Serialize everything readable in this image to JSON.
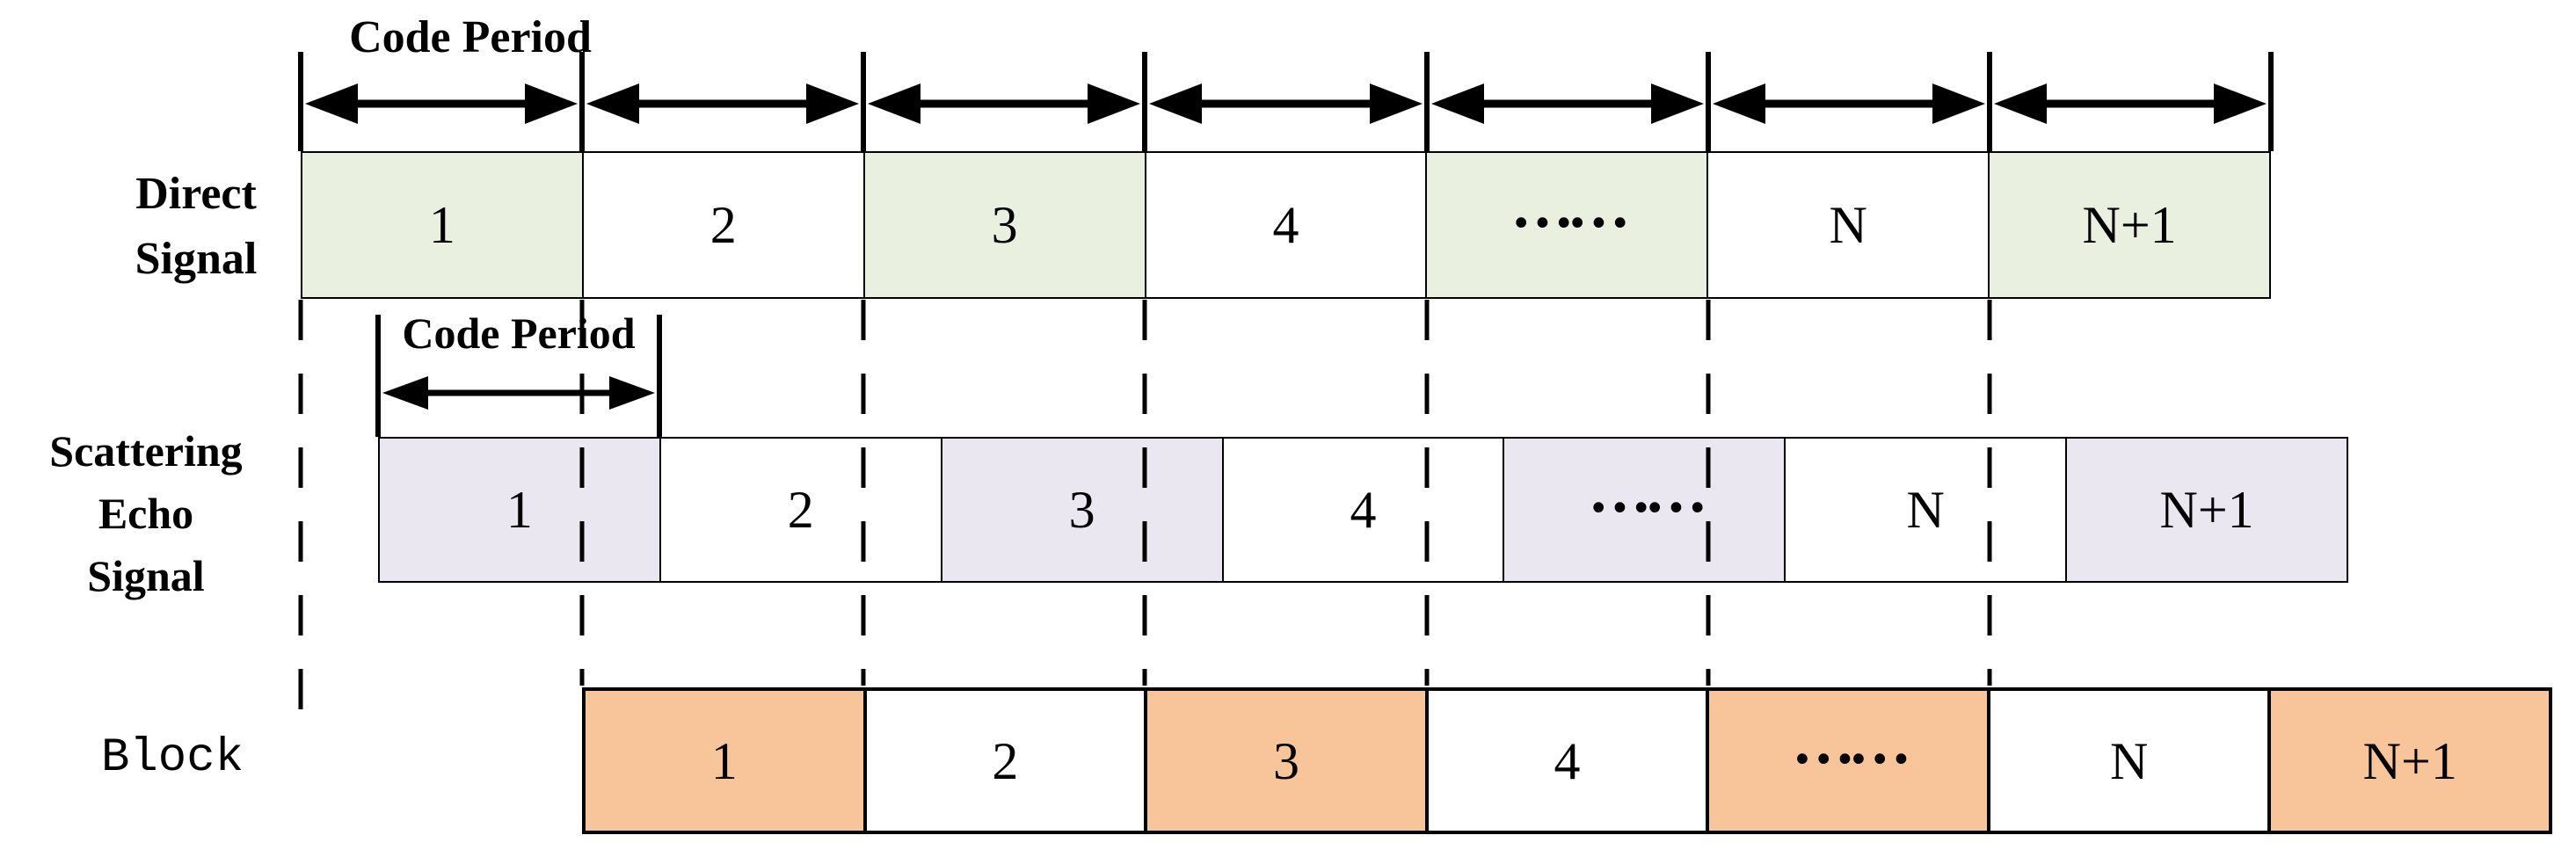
{
  "figure": {
    "top_axis_label": "Code Period",
    "echo_axis_label": "Code Period",
    "ellipsis": "……",
    "rows": [
      {
        "id": "direct",
        "label_lines": [
          "Direct",
          "Signal"
        ],
        "cells": [
          "1",
          "2",
          "3",
          "4",
          "……",
          "N",
          "N+1"
        ]
      },
      {
        "id": "echo",
        "label_lines": [
          "Scattering",
          "Echo",
          "Signal"
        ],
        "cells": [
          "1",
          "2",
          "3",
          "4",
          "……",
          "N",
          "N+1"
        ]
      },
      {
        "id": "block",
        "label_lines": [
          "Block"
        ],
        "cells": [
          "1",
          "2",
          "3",
          "4",
          "……",
          "N",
          "N+1"
        ]
      }
    ],
    "colors": {
      "direct_fill": "#e9f0e0",
      "echo_fill": "#eae7f1",
      "block_fill": "#f8c59a",
      "line": "#000000",
      "background": "#ffffff"
    }
  }
}
